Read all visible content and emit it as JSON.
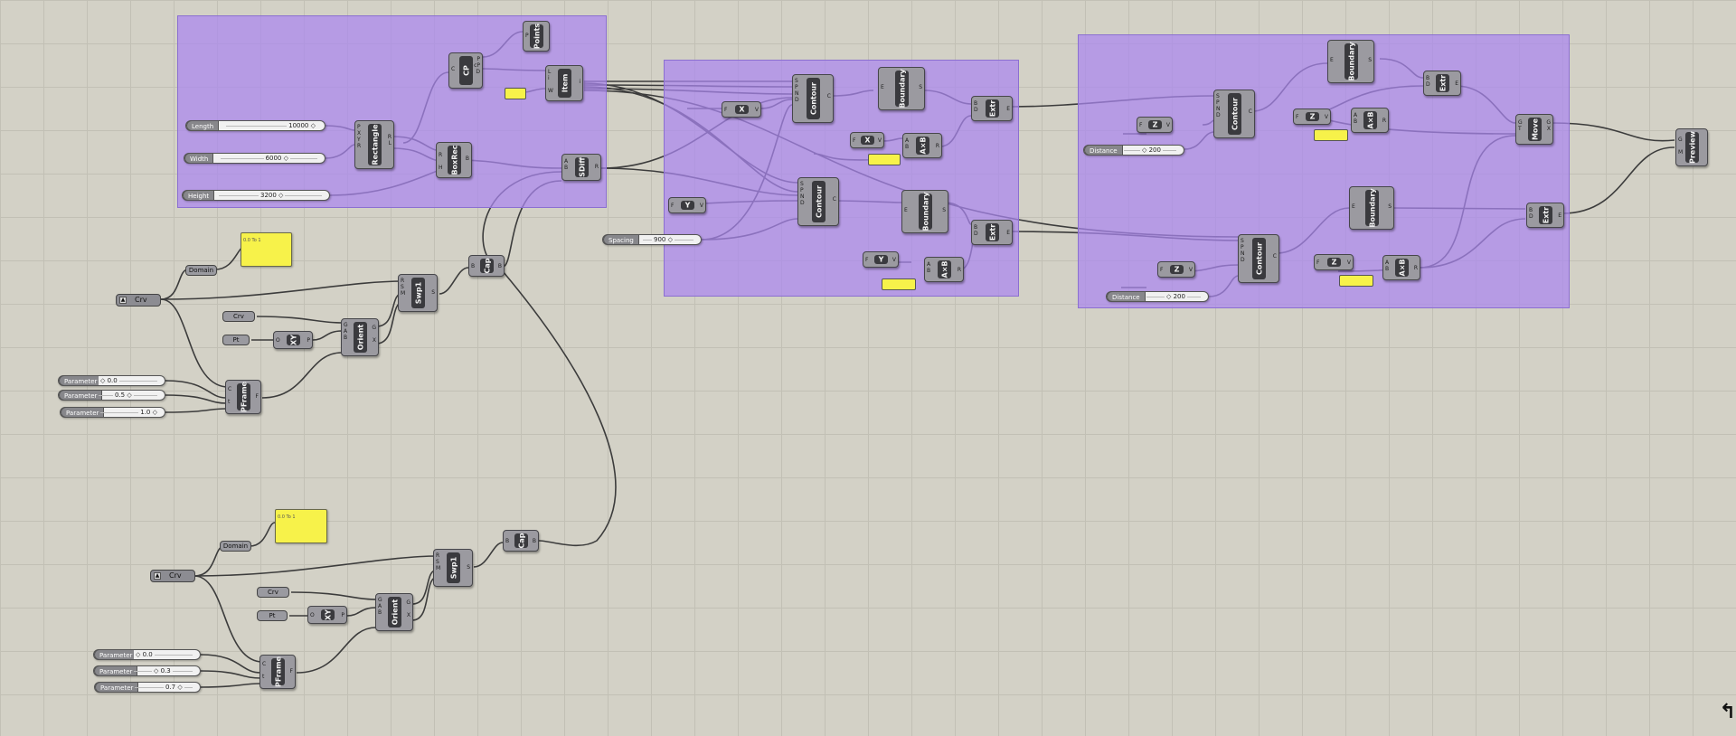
{
  "sliders": [
    {
      "id": "s-length",
      "label": "Length",
      "value": "10000 ◇"
    },
    {
      "id": "s-width",
      "label": "Width",
      "value": "6000 ◇"
    },
    {
      "id": "s-height",
      "label": "Height",
      "value": "3200 ◇"
    },
    {
      "id": "s-spacing",
      "label": "Spacing",
      "value": "900 ◇"
    },
    {
      "id": "s-dist1",
      "label": "Distance",
      "value": "◇ 200"
    },
    {
      "id": "s-dist2",
      "label": "Distance",
      "value": "◇ 200"
    },
    {
      "id": "s-p1",
      "label": "Parameter",
      "value": "◇ 0.0"
    },
    {
      "id": "s-p2",
      "label": "Parameter",
      "value": "0.5 ◇"
    },
    {
      "id": "s-p3",
      "label": "Parameter",
      "value": "1.0 ◇"
    },
    {
      "id": "s-p4",
      "label": "Parameter",
      "value": "◇ 0.0"
    },
    {
      "id": "s-p5",
      "label": "Parameter",
      "value": "◇ 0.3"
    },
    {
      "id": "s-p6",
      "label": "Parameter",
      "value": "0.7 ◇"
    }
  ],
  "params": {
    "domain": "Domain",
    "crv": "Crv",
    "pt": "Pt"
  },
  "panel_text": "0.0 To 1",
  "components": {
    "points": "Points",
    "cp": "CP",
    "item": "Item",
    "rectangle": "Rectangle",
    "boxrec": "BoxRec",
    "sdiff": "SDiff",
    "cap": "Cap",
    "swp1": "Swp1",
    "orient": "Orient",
    "xy": "XY",
    "pframe": "PFrame",
    "contour": "Contour",
    "boundary": "Boundary",
    "extr": "Extr",
    "x": "X",
    "y": "Y",
    "z": "Z",
    "axb": "A×B",
    "move": "Move",
    "preview": "Preview"
  }
}
